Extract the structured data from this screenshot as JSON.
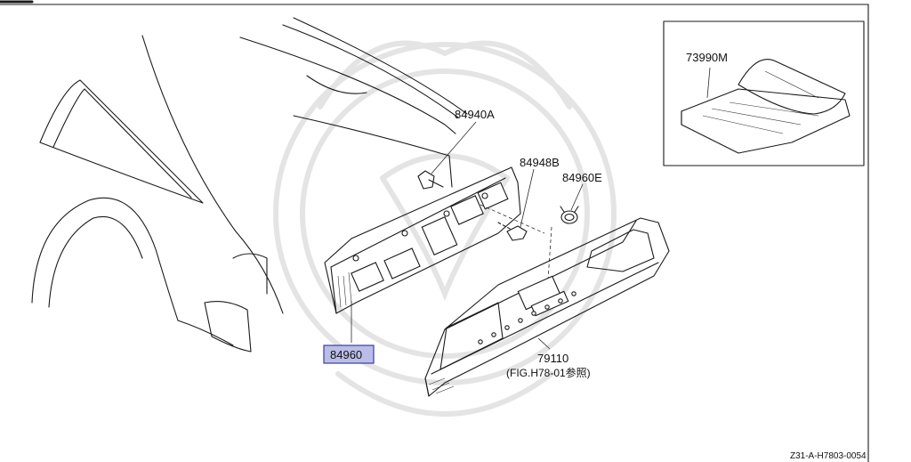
{
  "parts": {
    "mat": "73990M",
    "clip_a": "84940A",
    "clip_b": "84948B",
    "grommet": "84960E",
    "finisher": "84960",
    "panel": "79110",
    "panel_ref": "(FIG.H78-01参照)"
  },
  "diagram_code": "Z31-A-H7803-0054",
  "colors": {
    "highlight_fill": "#b9bde8",
    "highlight_stroke": "#3a3f9a",
    "line": "#1a1a1a"
  }
}
